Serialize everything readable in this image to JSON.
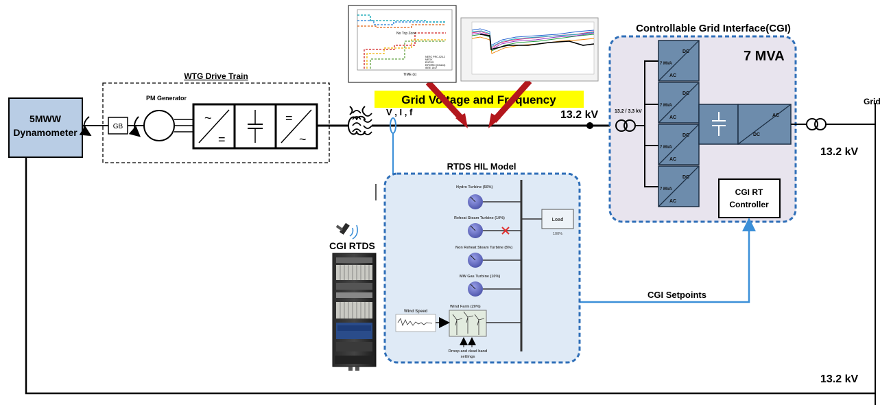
{
  "dynamometer": {
    "line1": "5MWW",
    "line2": "Dynamometer"
  },
  "drive_train": {
    "title": "WTG Drive Train",
    "generator_label": "PM Generator",
    "gearbox_label": "GB",
    "rectifier_top": "~",
    "rectifier_bottom": "=",
    "inverter_top": "=",
    "inverter_bottom": "~"
  },
  "measurement_label": "V , I , f",
  "grid_voltage_banner": "Grid Voltage and Frequency",
  "bus_voltage_left": "13.2 kV",
  "cgi": {
    "title": "Controllable Grid Interface(CGI)",
    "rating": "7 MVA",
    "transformer_ratio": "13.2 / 3.3 kV",
    "module_rating": "7 MVA",
    "dc_label": "DC",
    "ac_label": "AC",
    "controller_line1": "CGI RT",
    "controller_line2": "Controller"
  },
  "grid": {
    "label": "Grid",
    "voltage_upper": "13.2 kV",
    "voltage_lower": "13.2 kV"
  },
  "rtds_model": {
    "title": "RTDS HIL Model",
    "generators": [
      "Hydro Turbine (50%)",
      "Reheat Steam Turbine (10%)",
      "Non Reheat Steam Turbine (5%)",
      "MW Gas Turbine (10%)"
    ],
    "wind_farm": "Wind Farm (20%)",
    "wind_speed": "Wind Speed",
    "load": "Load",
    "load_percent": "100%",
    "droop_line1": "Droop and dead band",
    "droop_line2": "settings"
  },
  "cgi_rtds": {
    "label": "CGI RTDS"
  },
  "setpoints_label": "CGI Setpoints",
  "plot1": {
    "zone_label": "No Trip Zone",
    "xlabel": "TIME (s)",
    "legend": [
      "NERC PRC-024-2",
      "MEGX",
      "ENTSO",
      "EIRGRID (Ireland)",
      "IEEE 1547"
    ]
  },
  "colors": {
    "banner_bg": "#ffff00",
    "cgi_panel_bg": "#e8e4ee",
    "panel_border": "#2f6fb8",
    "module_fill": "#6d8cac",
    "rtds_panel_bg": "#dfeaf6",
    "turbine_fill": "#6a72c8",
    "arrow_red": "#b3171d",
    "signal_blue": "#3b8fd8"
  }
}
